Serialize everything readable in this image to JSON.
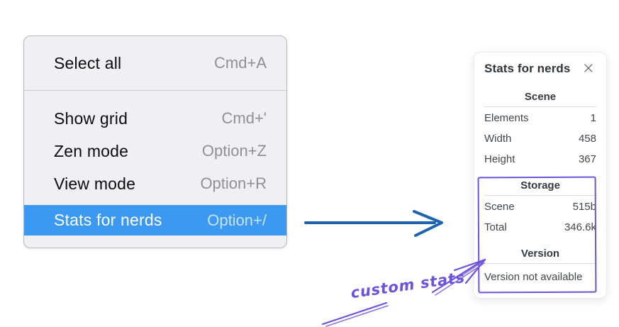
{
  "theme": {
    "highlight_blue": "#3b99f2",
    "arrow_blue": "#1e63af",
    "annotation_purple": "#6e52db",
    "menu_bg": "#f0f0f2",
    "panel_bg": "#ffffff"
  },
  "menu": {
    "items": [
      {
        "label": "Select all",
        "shortcut": "Cmd+A",
        "highlighted": false
      },
      {
        "label": "Show grid",
        "shortcut": "Cmd+'",
        "highlighted": false
      },
      {
        "label": "Zen mode",
        "shortcut": "Option+Z",
        "highlighted": false
      },
      {
        "label": "View mode",
        "shortcut": "Option+R",
        "highlighted": false
      },
      {
        "label": "Stats for nerds",
        "shortcut": "Option+/",
        "highlighted": true
      }
    ]
  },
  "panel": {
    "title": "Stats for nerds",
    "sections": [
      {
        "header": "Scene",
        "rows": [
          {
            "label": "Elements",
            "value": "1"
          },
          {
            "label": "Width",
            "value": "458"
          },
          {
            "label": "Height",
            "value": "367"
          }
        ]
      },
      {
        "header": "Storage",
        "rows": [
          {
            "label": "Scene",
            "value": "515b"
          },
          {
            "label": "Total",
            "value": "346.6k"
          }
        ]
      },
      {
        "header": "Version",
        "note": "Version not available"
      }
    ]
  },
  "icons": {
    "close": "×"
  },
  "annotation": {
    "label": "custom stats"
  }
}
